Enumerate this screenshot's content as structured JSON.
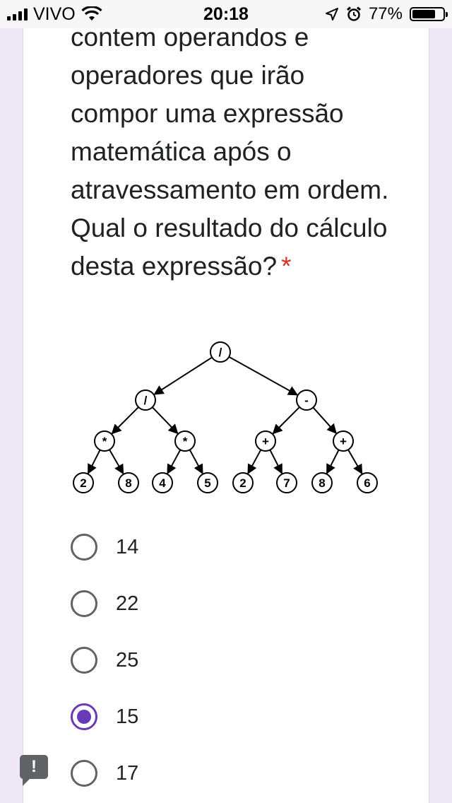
{
  "status_bar": {
    "carrier": "VIVO",
    "time": "20:18",
    "battery_percent": "77%",
    "battery_level": 0.77,
    "signal_bars": 4,
    "icons": [
      "wifi-icon",
      "location-arrow-icon",
      "alarm-icon",
      "battery-icon"
    ]
  },
  "question": {
    "text": "contem operandos e operadores que irão compor uma expressão matemática após o atravessamento em ordem. Qual o resultado do cálculo desta expressão?",
    "required_mark": "*"
  },
  "tree": {
    "nodes": [
      {
        "id": "root",
        "label": "/"
      },
      {
        "id": "l",
        "label": "/"
      },
      {
        "id": "r",
        "label": "-"
      },
      {
        "id": "ll",
        "label": "*"
      },
      {
        "id": "lr",
        "label": "*"
      },
      {
        "id": "rl",
        "label": "+"
      },
      {
        "id": "rr",
        "label": "+"
      },
      {
        "id": "a",
        "label": "2"
      },
      {
        "id": "b",
        "label": "8"
      },
      {
        "id": "c",
        "label": "4"
      },
      {
        "id": "d",
        "label": "5"
      },
      {
        "id": "e",
        "label": "2"
      },
      {
        "id": "f",
        "label": "7"
      },
      {
        "id": "g",
        "label": "8"
      },
      {
        "id": "h",
        "label": "6"
      }
    ],
    "edges": [
      [
        "root",
        "l"
      ],
      [
        "root",
        "r"
      ],
      [
        "l",
        "ll"
      ],
      [
        "l",
        "lr"
      ],
      [
        "r",
        "rl"
      ],
      [
        "r",
        "rr"
      ],
      [
        "ll",
        "a"
      ],
      [
        "ll",
        "b"
      ],
      [
        "lr",
        "c"
      ],
      [
        "lr",
        "d"
      ],
      [
        "rl",
        "e"
      ],
      [
        "rl",
        "f"
      ],
      [
        "rr",
        "g"
      ],
      [
        "rr",
        "h"
      ]
    ]
  },
  "options": [
    {
      "label": "14",
      "selected": false
    },
    {
      "label": "22",
      "selected": false
    },
    {
      "label": "25",
      "selected": false
    },
    {
      "label": "15",
      "selected": true
    },
    {
      "label": "17",
      "selected": false
    }
  ],
  "feedback_icon": "report-feedback-icon",
  "feedback_glyph": "!",
  "colors": {
    "accent": "#673ab7",
    "background": "#ede7f6",
    "required": "#d93025"
  }
}
